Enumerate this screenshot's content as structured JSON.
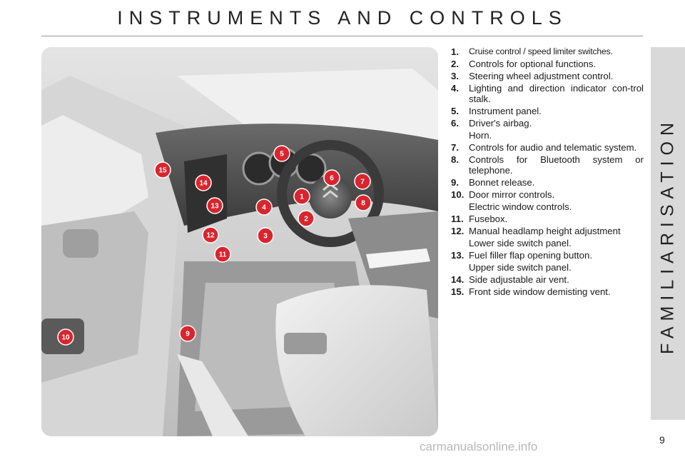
{
  "page": {
    "title": "INSTRUMENTS AND CONTROLS",
    "section_tab": "FAMILIARISATION",
    "page_number": "9",
    "watermark": "carmanualsonline.info"
  },
  "colors": {
    "callout": "#d9252e",
    "tab": "#d9d9d9",
    "rule": "#9a9a9a"
  },
  "legend": {
    "items": [
      {
        "num": "1.",
        "text": "Cruise control / speed limiter switches."
      },
      {
        "num": "2.",
        "text": "Controls for optional functions."
      },
      {
        "num": "3.",
        "text": "Steering wheel adjustment control."
      },
      {
        "num": "4.",
        "text": "Lighting and direction indicator con-trol stalk."
      },
      {
        "num": "5.",
        "text": "Instrument panel."
      },
      {
        "num": "6.",
        "text": "Driver's airbag.",
        "cont": "Horn."
      },
      {
        "num": "7.",
        "text": "Controls for audio and telematic system."
      },
      {
        "num": "8.",
        "text": "Controls for Bluetooth system or telephone."
      },
      {
        "num": "9.",
        "text": "Bonnet release."
      },
      {
        "num": "10.",
        "text": "Door mirror controls.",
        "cont": "Electric window controls."
      },
      {
        "num": "11.",
        "text": "Fusebox."
      },
      {
        "num": "12.",
        "text": "Manual headlamp height adjustment",
        "cont": "Lower side switch panel."
      },
      {
        "num": "13.",
        "text": "Fuel filler flap opening button.",
        "cont": "Upper side switch panel."
      },
      {
        "num": "14.",
        "text": "Side adjustable air vent."
      },
      {
        "num": "15.",
        "text": "Front side window demisting vent."
      }
    ]
  },
  "callouts": [
    "1",
    "2",
    "3",
    "4",
    "5",
    "6",
    "7",
    "8",
    "9",
    "10",
    "11",
    "12",
    "13",
    "14",
    "15"
  ]
}
